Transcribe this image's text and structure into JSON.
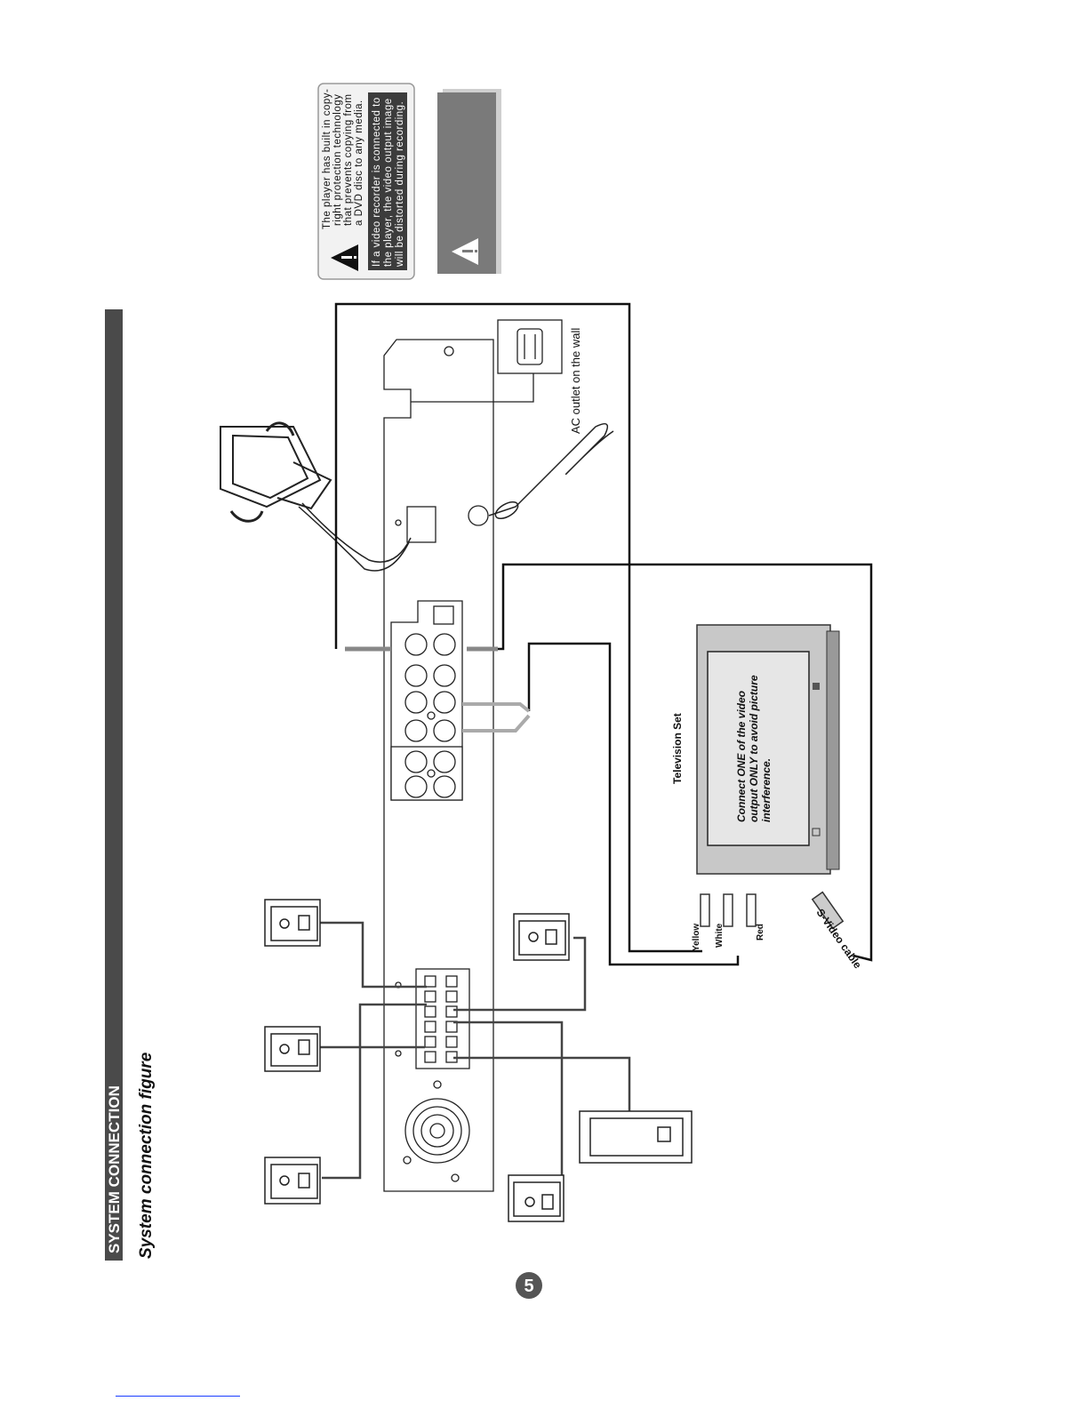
{
  "header": {
    "section_title": "SYSTEM CONNECTION",
    "subtitle": "System connection figure"
  },
  "notes": {
    "copy_protection": [
      "The player has built in copy-",
      "right protection technology",
      "that prevents copying from",
      "a DVD disc to any media."
    ],
    "recorder_warning": [
      "If a video recorder is connected to",
      "the player, the video output image",
      "will be distorted during recording."
    ]
  },
  "labels": {
    "ac_outlet": "AC outlet on the wall",
    "television": "Television Set",
    "tv_note": [
      "Connect ONE of the video",
      "output ONLY to avoid picture",
      "interference."
    ],
    "yellow": "Yellow",
    "white": "White",
    "red": "Red",
    "svideo": "S-Video cable"
  },
  "footer": {
    "page_number": "5"
  },
  "colors": {
    "bar": "#4a4a4a",
    "warning_box": "#7a7a7a",
    "line": "#111111"
  }
}
